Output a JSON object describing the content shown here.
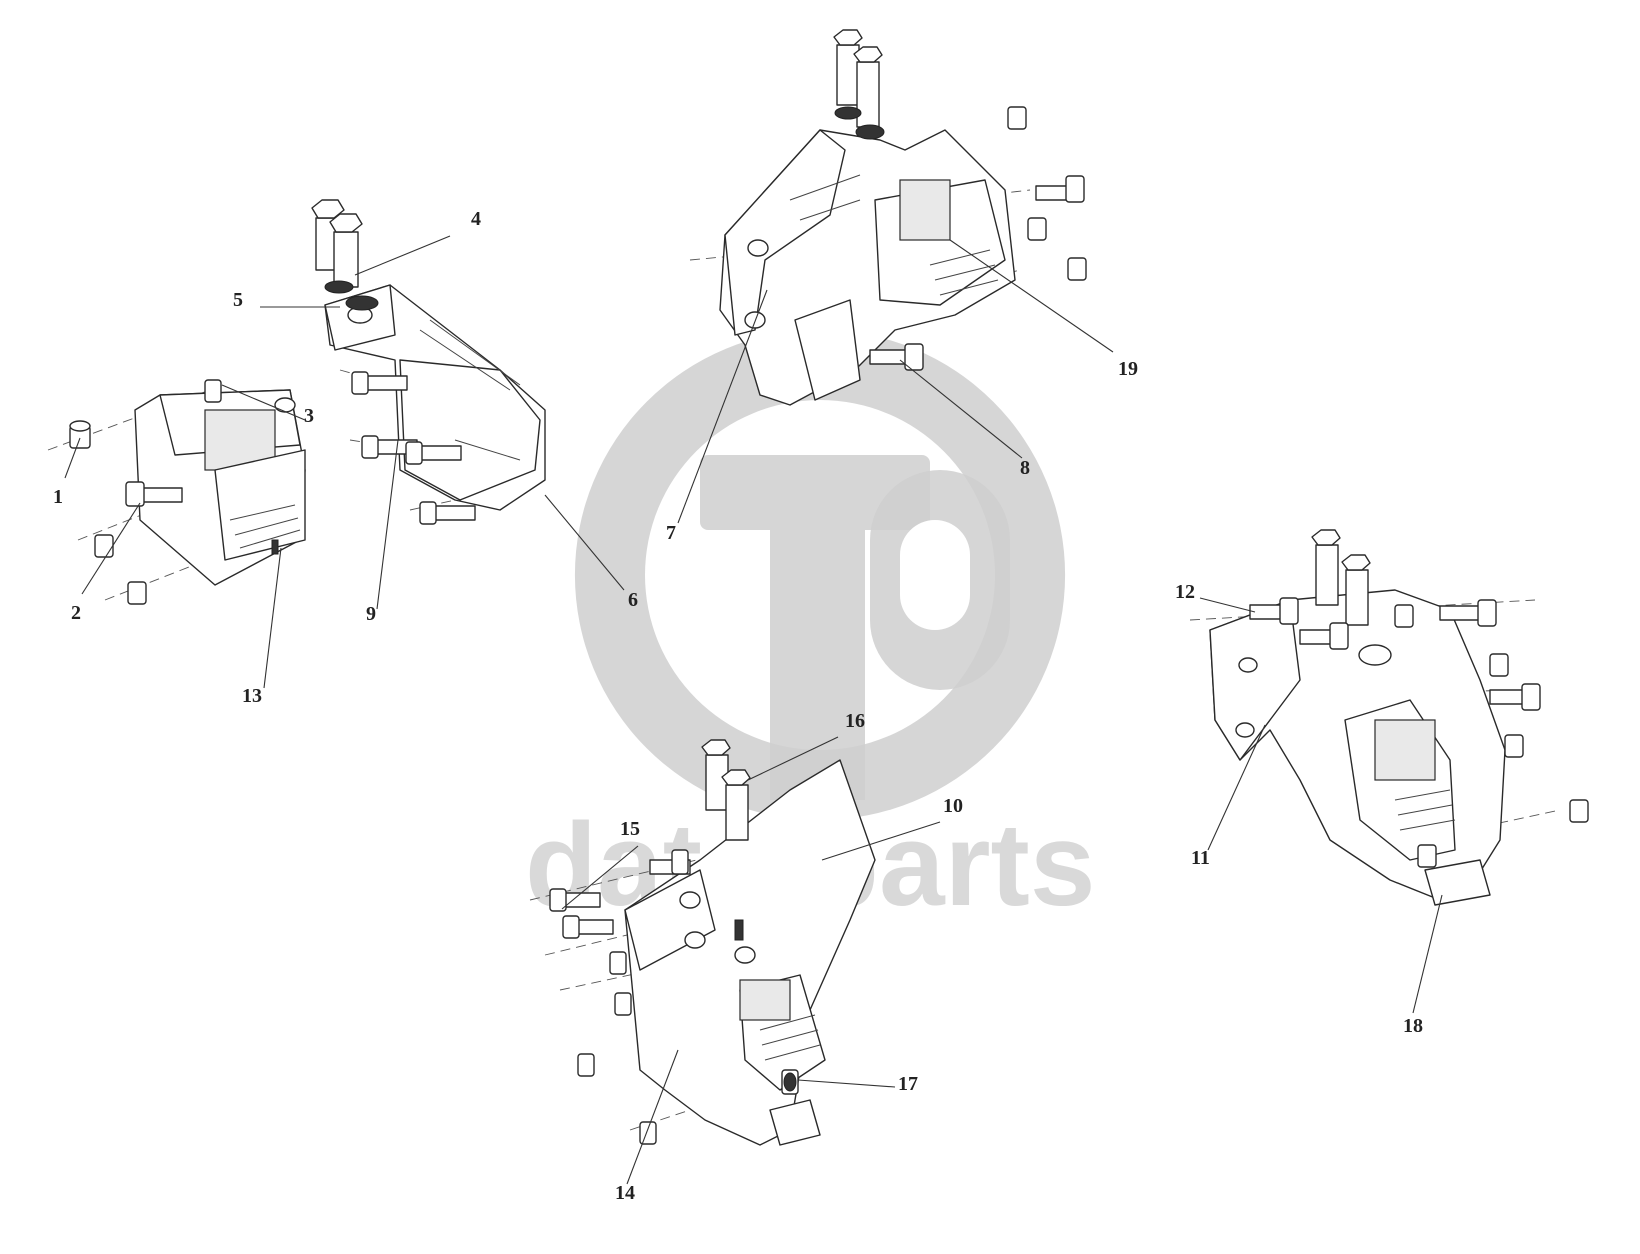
{
  "watermark": {
    "text": "data-parts",
    "color": "#cfcfcf"
  },
  "callouts": [
    {
      "id": "c1",
      "label": "1"
    },
    {
      "id": "c2",
      "label": "2"
    },
    {
      "id": "c3",
      "label": "3"
    },
    {
      "id": "c4",
      "label": "4"
    },
    {
      "id": "c5",
      "label": "5"
    },
    {
      "id": "c6",
      "label": "6"
    },
    {
      "id": "c7",
      "label": "7"
    },
    {
      "id": "c8",
      "label": "8"
    },
    {
      "id": "c9",
      "label": "9"
    },
    {
      "id": "c10",
      "label": "10"
    },
    {
      "id": "c11",
      "label": "11"
    },
    {
      "id": "c12",
      "label": "12"
    },
    {
      "id": "c13",
      "label": "13"
    },
    {
      "id": "c14",
      "label": "14"
    },
    {
      "id": "c15",
      "label": "15"
    },
    {
      "id": "c16",
      "label": "16"
    },
    {
      "id": "c17",
      "label": "17"
    },
    {
      "id": "c18",
      "label": "18"
    },
    {
      "id": "c19",
      "label": "19"
    }
  ]
}
